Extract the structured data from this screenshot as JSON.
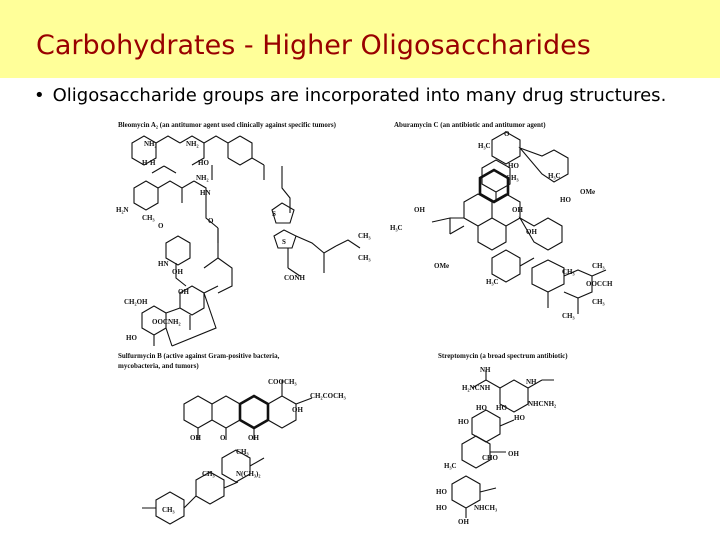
{
  "slide": {
    "title": "Carbohydrates - Higher Oligosaccharides",
    "bullet": "Oligosaccharide groups are incorporated into many drug structures.",
    "colors": {
      "title_bar": "#ffff99",
      "title_text": "#990000"
    }
  },
  "figure": {
    "captions": {
      "bleomycin": "Bleomycin A₂ (an antitumor agent used clinically against specific tumors)",
      "aburamycin": "Aburamycin C (an antibiotic and antitumor agent)",
      "sulfurmycin_1": "Sulfurmycin B (active against Gram-positive bacteria,",
      "sulfurmycin_2": "mycobacteria, and tumors)",
      "streptomycin": "Streptomycin (a broad spectrum antibiotic)"
    },
    "labels": {
      "b_nh2_a": "NH₂",
      "b_nh2_b": "NH₂",
      "b_nh2_c": "NH₂",
      "b_h_a": "H",
      "b_h_b": "H",
      "b_hn": "HN",
      "b_h2n": "H₂N",
      "b_ch3": "CH₃",
      "b_ho": "HO",
      "b_o_a": "O",
      "b_o_b": "O",
      "b_s_a": "S",
      "b_s_b": "S",
      "b_ch3_a": "CH₃",
      "b_ch3_b": "CH₃",
      "b_conh": "CONH",
      "b_ch2oh": "CH₂OH",
      "b_oh_a": "OH",
      "b_oh_b": "OH",
      "b_ooconh2": "OOCNH₂",
      "b_ho_b": "HO",
      "b_hn_b": "HN",
      "a_o_a": "O",
      "a_h3c_a": "H₃C",
      "a_ho_a": "HO",
      "a_ch3_a": "CH₃",
      "a_h3c_b": "H₃C",
      "a_ome": "OMe",
      "a_ho_b": "HO",
      "a_oh_a": "OH",
      "a_oh_b": "OH",
      "a_h3c_c": "H₃C",
      "a_ome_b": "OMe",
      "a_h3c_d": "H₃C",
      "a_ch3_b": "CH₃",
      "a_ch3_c": "CH₃",
      "a_oocch": "OOCCH",
      "a_ch3_d": "CH₃",
      "a_ch3_e": "CH₃",
      "a_oh_c": "OH",
      "s_coochs": "COOCH₃",
      "s_ch2coch3": "CH₂COCH₃",
      "s_oh_a": "OH",
      "s_oh_b": "OH",
      "s_o": "O",
      "s_oh_c": "OH",
      "s_ch3_a": "CH₃",
      "s_ch3_b": "CH₃",
      "s_nch3": "N(CH₃)₂",
      "s_ch3_c": "CH₃",
      "st_nh": "NH",
      "st_h2ncnh": "H₂NCNH",
      "st_nh_b": "NH",
      "st_nhcnh2": "NHCNH₂",
      "st_oh": "HO",
      "st_ho_a": "HO",
      "st_ho_b": "HO",
      "st_ho_c": "HO",
      "st_cho": "CHO",
      "st_h3c": "H₃C",
      "st_oh_b": "OH",
      "st_ho_d": "HO",
      "st_ho_e": "HO",
      "st_nh_c": "NHCH₃",
      "st_oh_c": "OH"
    }
  }
}
